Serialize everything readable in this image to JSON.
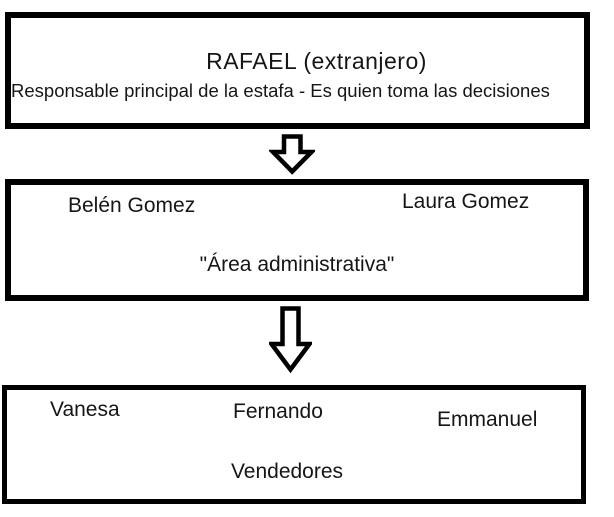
{
  "diagram": {
    "colors": {
      "border": "#000000",
      "background": "#ffffff",
      "text": "#161616"
    },
    "title_box": {
      "title": "RAFAEL (extranjero)",
      "subtitle": "Responsable principal de la estafa - Es quien toma las decisiones"
    },
    "admin_box": {
      "left_name": "Belén Gomez",
      "right_name": "Laura Gomez",
      "label": "\"Área administrativa\""
    },
    "sellers_box": {
      "names": [
        "Vanesa",
        "Fernando",
        "Emmanuel"
      ],
      "label": "Vendedores"
    }
  }
}
